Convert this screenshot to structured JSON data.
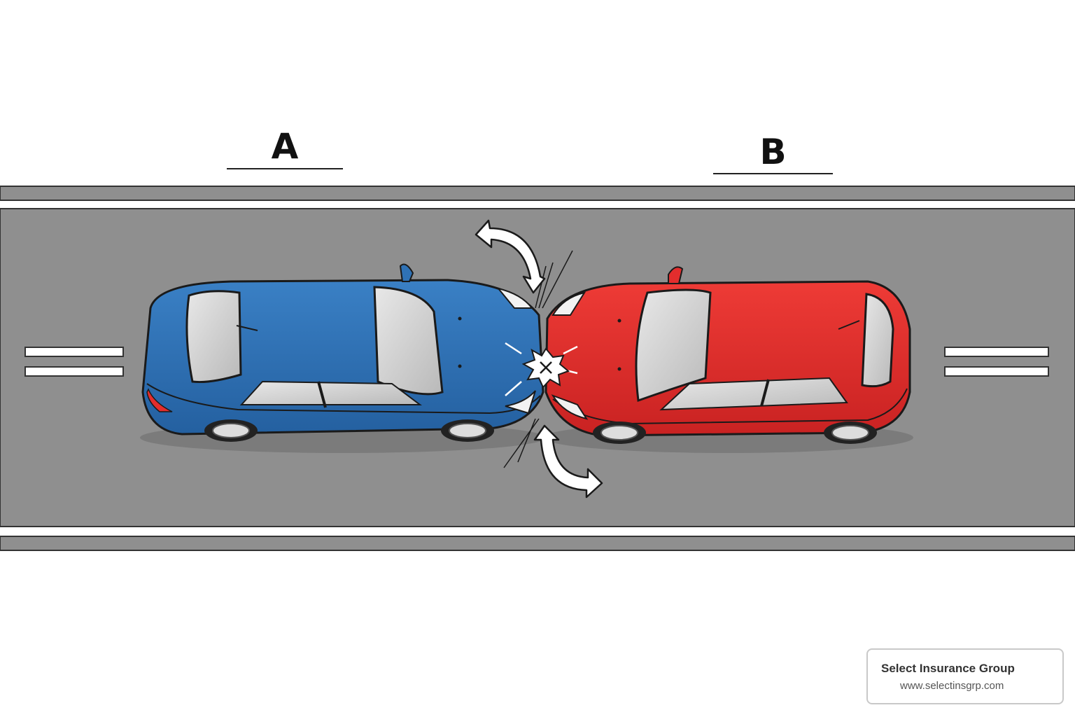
{
  "labels": {
    "vehicle_a": "A",
    "vehicle_b": "B"
  },
  "watermark": {
    "company": "Select Insurance Group",
    "url": "www.selectinsgrp.com"
  },
  "colors": {
    "road": "#8f8f8f",
    "vehicle_a": "#2f72b6",
    "vehicle_b": "#e32d2d",
    "background": "#ffffff"
  },
  "icons": [
    "impact-burst-icon",
    "rotation-arrow-icon"
  ]
}
